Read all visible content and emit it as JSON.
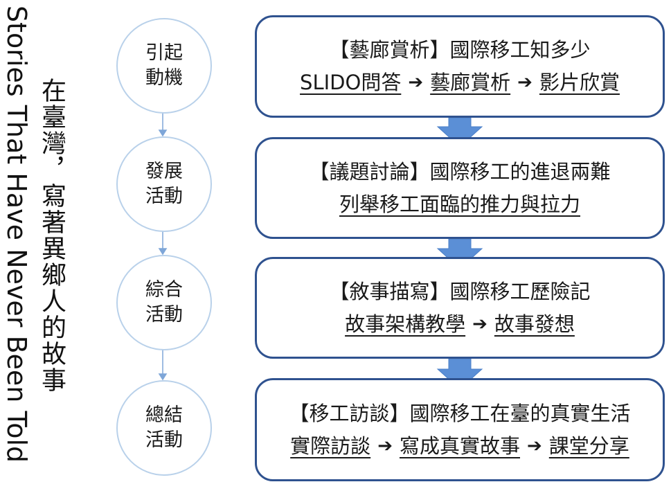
{
  "title_en": "Stories That Have Never Been Told",
  "title_zh": "在臺灣，寫著異鄉人的故事",
  "colors": {
    "box_border": "#2f528f",
    "circle_border": "#b9d1ea",
    "arrow_fill": "#5b8fd6",
    "connector": "#7ea6d8"
  },
  "stages": [
    {
      "line1": "引起",
      "line2": "動機"
    },
    {
      "line1": "發展",
      "line2": "活動"
    },
    {
      "line1": "綜合",
      "line2": "活動"
    },
    {
      "line1": "總結",
      "line2": "活動"
    }
  ],
  "boxes": [
    {
      "title": "【藝廊賞析】國際移工知多少",
      "steps": [
        "SLIDO問答",
        "藝廊賞析",
        "影片欣賞"
      ]
    },
    {
      "title": "【議題討論】國際移工的進退兩難",
      "steps": [
        "列舉移工面臨的推力與拉力"
      ]
    },
    {
      "title": "【敘事描寫】國際移工歷險記",
      "steps": [
        "故事架構教學",
        "故事發想"
      ]
    },
    {
      "title": "【移工訪談】國際移工在臺的真實生活",
      "steps": [
        "實際訪談",
        "寫成真實故事",
        "課堂分享"
      ]
    }
  ],
  "arrow_glyph": "➔"
}
